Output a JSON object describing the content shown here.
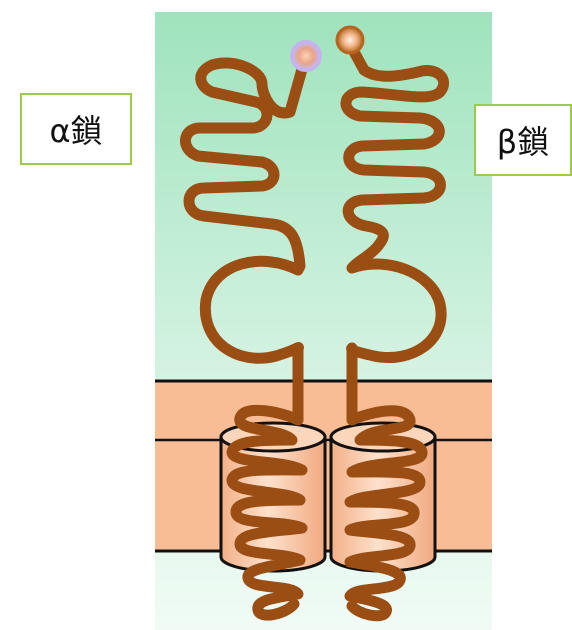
{
  "labels": {
    "alpha_chain": "α鎖",
    "beta_chain": "β鎖"
  },
  "colors": {
    "background_top": "#9fe3bd",
    "background_bottom": "#e9faf1",
    "membrane": "#f9bd96",
    "cylinder": "#f8c7a4",
    "chain": "#9b4e14",
    "label_border": "#9acb4a",
    "alpha_end": "#c7b4ee",
    "beta_end": "#e0a070"
  },
  "icons": {
    "alpha_terminal": "circle-lavender",
    "beta_terminal": "circle-orange"
  }
}
